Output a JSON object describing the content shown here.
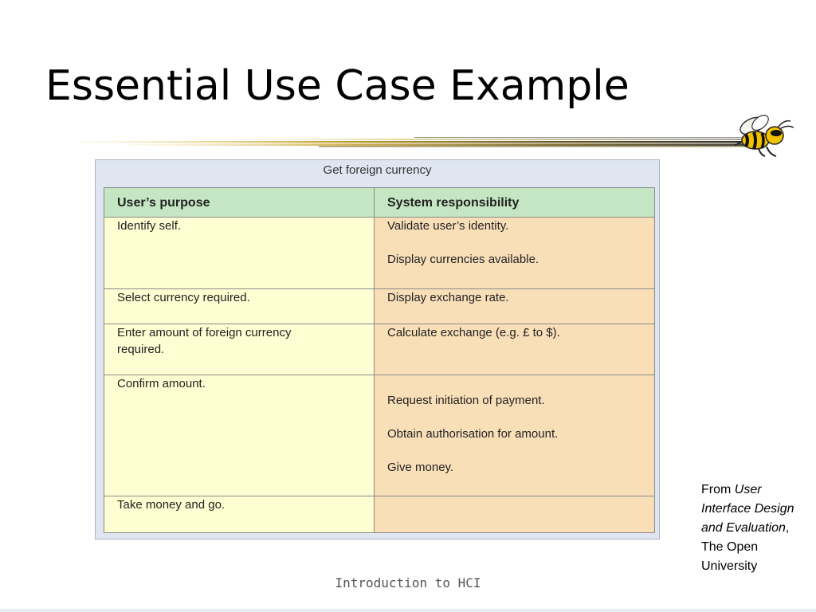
{
  "slide": {
    "title": "Essential Use Case Example",
    "footer": "Introduction to HCI",
    "source": {
      "prefix": "From ",
      "book_title": "User Interface Design and Evaluation",
      "suffix": ",",
      "publisher": "The Open University"
    },
    "mascot_icon": "yellow-jacket-bee-icon"
  },
  "table": {
    "caption": "Get foreign currency",
    "headers": {
      "left": "User’s purpose",
      "right": "System responsibility"
    },
    "rows": [
      {
        "left": [
          "Identify self."
        ],
        "right": [
          "Validate user’s identity.",
          "Display currencies available."
        ]
      },
      {
        "left": [
          "Select currency required."
        ],
        "right": [
          "Display exchange rate."
        ]
      },
      {
        "left": [
          "Enter amount of foreign currency",
          "required."
        ],
        "right": [
          "Calculate exchange (e.g. £ to $)."
        ]
      },
      {
        "left": [
          "Confirm amount."
        ],
        "right": [
          "Request initiation of payment.",
          "Obtain authorisation for amount.",
          "Give money."
        ]
      },
      {
        "left": [
          "Take money and go."
        ],
        "right": []
      }
    ],
    "colors": {
      "header": "#c5e6c2",
      "left_cells": "#fefed2",
      "right_cells": "#f9dfb8",
      "frame": "#dfe6f1"
    }
  }
}
